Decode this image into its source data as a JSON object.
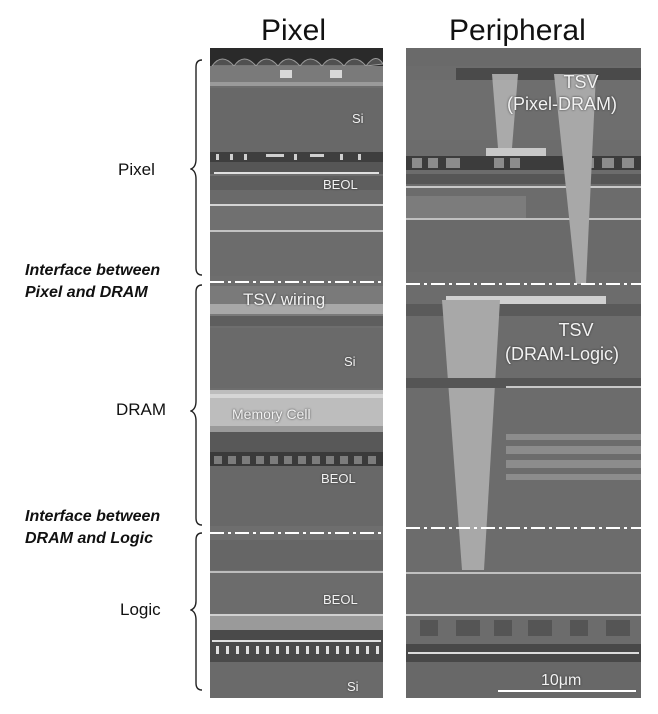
{
  "headers": {
    "left": "Pixel",
    "right": "Peripheral"
  },
  "side_labels": {
    "pixel": "Pixel",
    "dram": "DRAM",
    "logic": "Logic",
    "interface_pixel_dram_line1": "Interface between",
    "interface_pixel_dram_line2": "Pixel and DRAM",
    "interface_dram_logic_line1": "Interface between",
    "interface_dram_logic_line2": "DRAM and Logic"
  },
  "left_panel_labels": {
    "si_top": "Si",
    "beol_top": "BEOL",
    "tsv_wiring": "TSV wiring",
    "si_mid": "Si",
    "memory_cell": "Memory Cell",
    "beol_mid": "BEOL",
    "beol_bottom": "BEOL",
    "si_bottom": "Si"
  },
  "right_panel_labels": {
    "tsv1_line1": "TSV",
    "tsv1_line2": "(Pixel-DRAM)",
    "tsv2_line1": "TSV",
    "tsv2_line2": "(DRAM-Logic)",
    "scale_bar": "10μm"
  }
}
